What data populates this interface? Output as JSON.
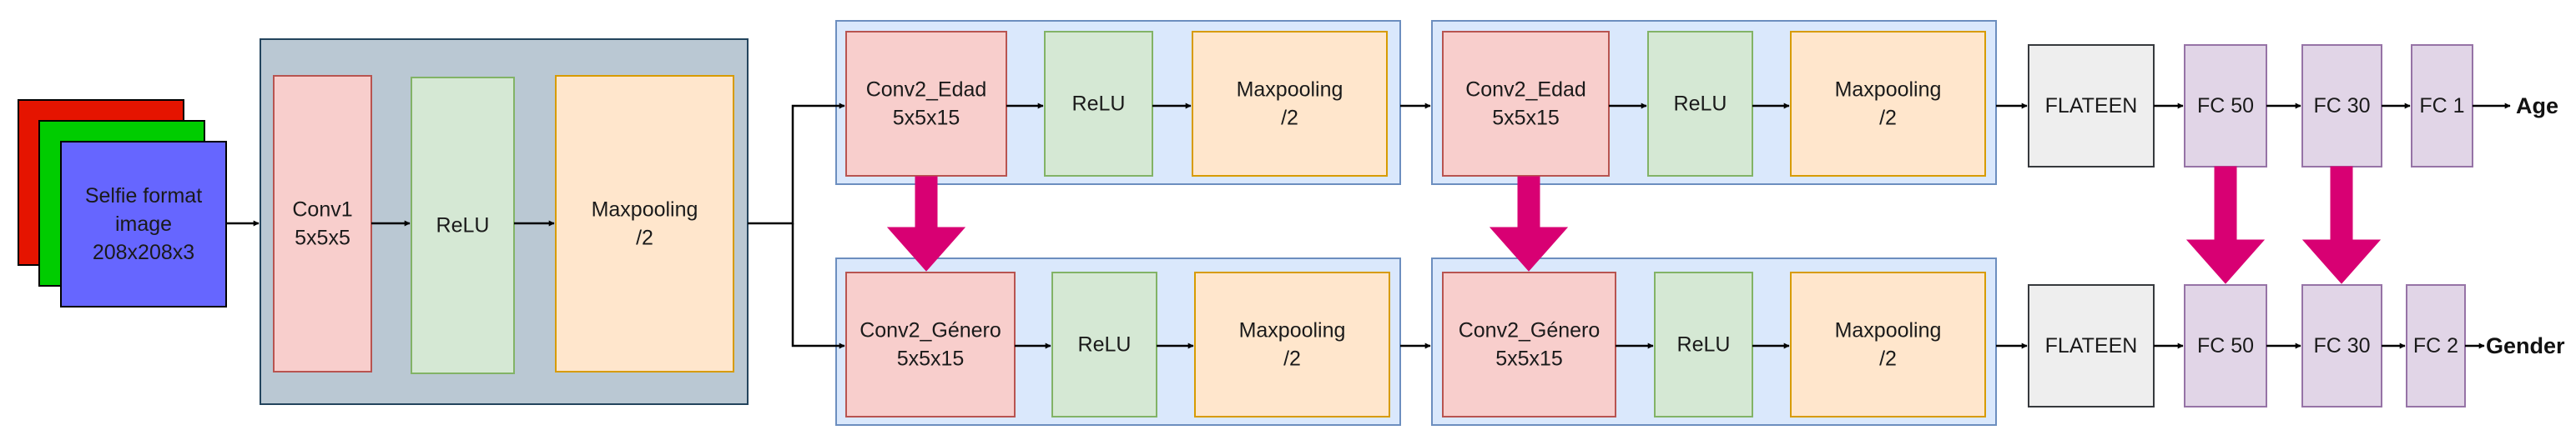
{
  "input": {
    "lines": [
      "Selfie format",
      "image",
      "208x208x3"
    ],
    "layer_colors": [
      "#e51400",
      "#00cc00",
      "#6666ff"
    ]
  },
  "shared": {
    "conv1": [
      "Conv1",
      "5x5x5"
    ],
    "relu": [
      "ReLU"
    ],
    "pool": [
      "Maxpooling",
      "/2"
    ]
  },
  "age_branch": {
    "block1": {
      "conv": [
        "Conv2_Edad",
        "5x5x15"
      ],
      "relu": [
        "ReLU"
      ],
      "pool": [
        "Maxpooling",
        "/2"
      ]
    },
    "block2": {
      "conv": [
        "Conv2_Edad",
        "5x5x15"
      ],
      "relu": [
        "ReLU"
      ],
      "pool": [
        "Maxpooling",
        "/2"
      ]
    },
    "flatten": [
      "FLATEEN"
    ],
    "fc_a": [
      "FC 50"
    ],
    "fc_b": [
      "FC 30"
    ],
    "fc_out": [
      "FC 1"
    ],
    "output": "Age"
  },
  "gender_branch": {
    "block1": {
      "conv": [
        "Conv2_Género",
        "5x5x15"
      ],
      "relu": [
        "ReLU"
      ],
      "pool": [
        "Maxpooling",
        "/2"
      ]
    },
    "block2": {
      "conv": [
        "Conv2_Género",
        "5x5x15"
      ],
      "relu": [
        "ReLU"
      ],
      "pool": [
        "Maxpooling",
        "/2"
      ]
    },
    "flatten": [
      "FLATEEN"
    ],
    "fc_a": [
      "FC 50"
    ],
    "fc_b": [
      "FC 30"
    ],
    "fc_out": [
      "FC 2"
    ],
    "output": "Gender"
  },
  "colors": {
    "shared_container_fill": "#bac8d3",
    "shared_container_stroke": "#23445d",
    "branch_container_fill": "#dae8fc",
    "branch_container_stroke": "#6c8ebf",
    "conv_fill": "#f8cecc",
    "conv_stroke": "#b85450",
    "relu_fill": "#d5e8d4",
    "relu_stroke": "#82b366",
    "pool_fill": "#ffe6cc",
    "pool_stroke": "#d79b00",
    "flatten_fill": "#eeeeee",
    "flatten_stroke": "#36393d",
    "fc_fill": "#e1d5e7",
    "fc_stroke": "#9673a6",
    "arrow": "#000000",
    "transfer_arrow": "#d80073"
  }
}
